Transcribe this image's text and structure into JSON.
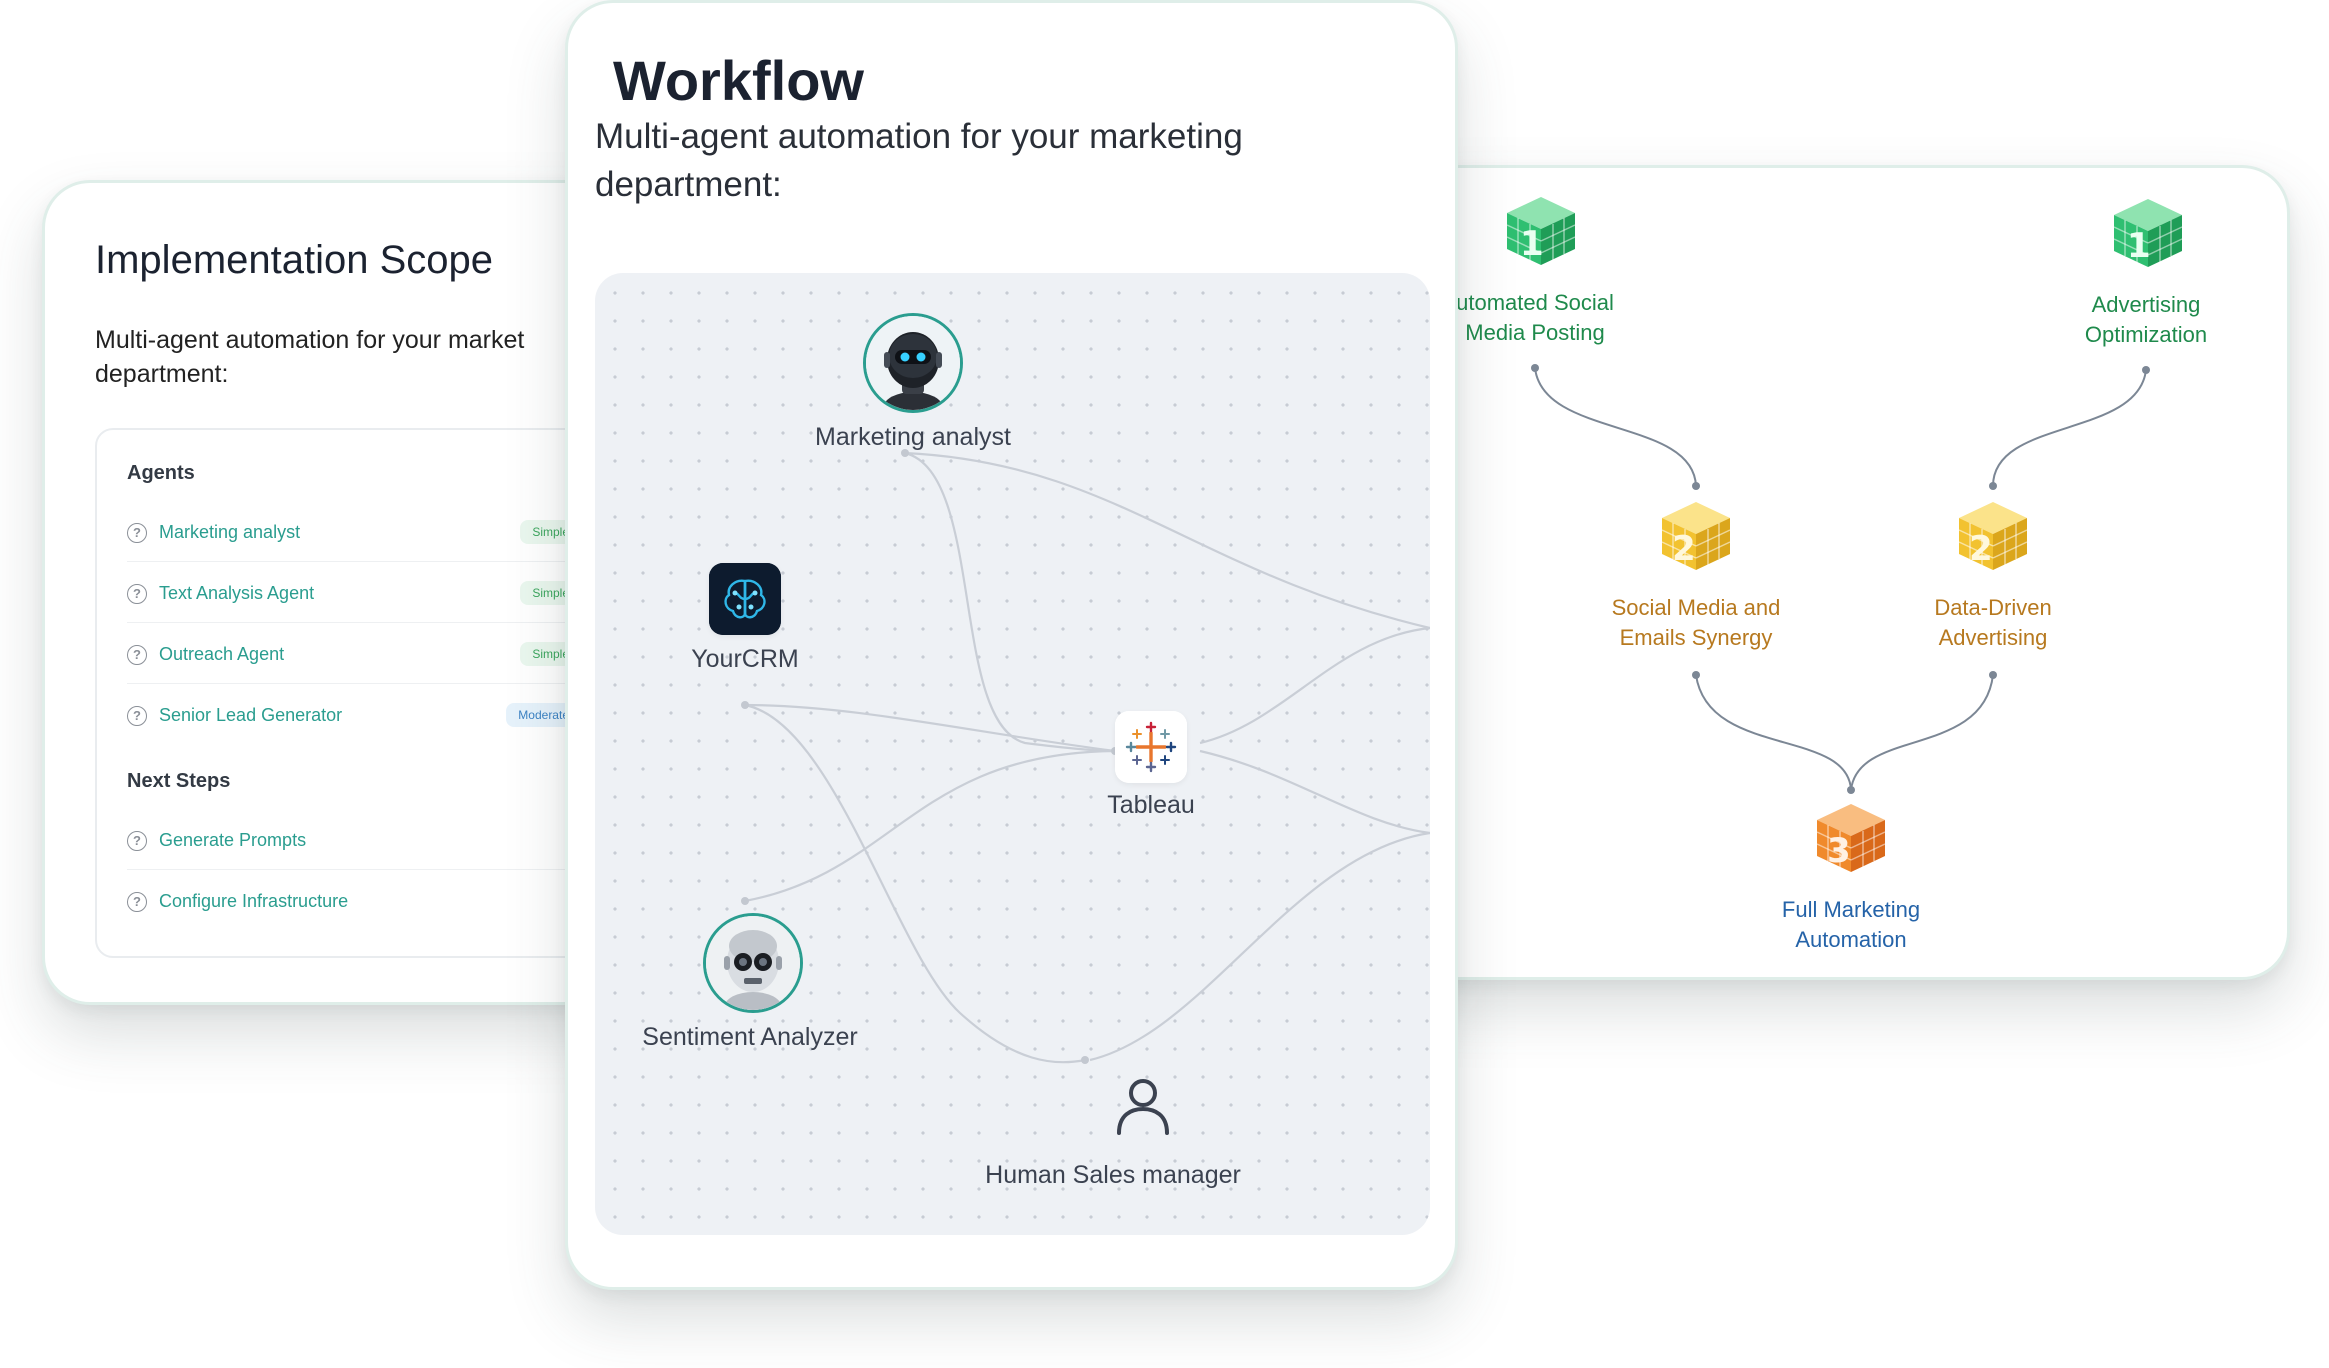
{
  "scope": {
    "title": "Implementation Scope",
    "subtitle_line1": "Multi-agent automation for your market",
    "subtitle_line2": "department:",
    "agents_heading": "Agents",
    "agents": [
      {
        "name": "Marketing analyst",
        "badge": "Simple"
      },
      {
        "name": "Text Analysis Agent",
        "badge": "Simple"
      },
      {
        "name": "Outreach Agent",
        "badge": "Simple"
      },
      {
        "name": "Senior Lead Generator",
        "badge": "Moderate"
      }
    ],
    "next_steps_heading": "Next Steps",
    "next_steps": [
      {
        "name": "Generate Prompts"
      },
      {
        "name": "Configure Infrastructure"
      }
    ]
  },
  "workflow": {
    "title": "Workflow",
    "subtitle": "Multi-agent automation for your marketing department:",
    "nodes": {
      "marketing_analyst": {
        "label": "Marketing analyst",
        "icon": "robot-avatar-icon"
      },
      "yourcrm": {
        "label": "YourCRM",
        "icon": "brain-chip-icon"
      },
      "tableau": {
        "label": "Tableau",
        "icon": "tableau-logo-icon"
      },
      "sentiment_analyzer": {
        "label": "Sentiment Analyzer",
        "icon": "robot-head-icon"
      },
      "human_sales_manager": {
        "label": "Human Sales manager",
        "icon": "user-icon"
      }
    },
    "colors": {
      "accent": "#2a9d8f",
      "canvas": "#eef1f5",
      "link": "#c9ced6"
    }
  },
  "roadmap": {
    "stage1_left_line1": "utomated Social",
    "stage1_left_line2": "Media Posting",
    "stage1_right_line1": "Advertising",
    "stage1_right_line2": "Optimization",
    "stage2_left_line1": "Social Media and",
    "stage2_left_line2": "Emails Synergy",
    "stage2_right_line1": "Data-Driven",
    "stage2_right_line2": "Advertising",
    "stage3_line1": "Full Marketing",
    "stage3_line2": "Automation",
    "cube_numbers": {
      "level1": "1",
      "level2": "2",
      "level3": "3"
    },
    "colors": {
      "level1": "#2fbf71",
      "level2": "#f2c230",
      "level3": "#f08a2c"
    }
  }
}
